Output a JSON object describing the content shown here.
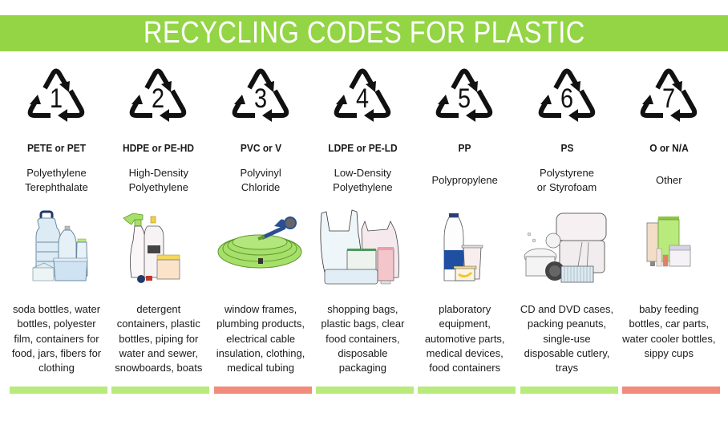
{
  "title": "RECYCLING CODES FOR PLASTIC",
  "colors": {
    "banner": "#93d545",
    "recyclable": "#b9ea7c",
    "not_recyclable": "#f28c7a"
  },
  "codes": [
    {
      "number": "1",
      "abbr": "PETE or PET",
      "name_lines": [
        "Polyethylene",
        "Terephthalate"
      ],
      "illustration": "water-bottles-and-containers",
      "uses": [
        "soda bottles, water",
        "bottles, polyester",
        "film, containers for",
        "food, jars, fibers for",
        "clothing"
      ],
      "status": "recyclable"
    },
    {
      "number": "2",
      "abbr": "HDPE or PE-HD",
      "name_lines": [
        "High-Density",
        "Polyethylene"
      ],
      "illustration": "spray-and-detergent-bottles",
      "uses": [
        "detergent",
        "containers, plastic",
        "bottles, piping for",
        "water and sewer,",
        "snowboards, boats"
      ],
      "status": "recyclable"
    },
    {
      "number": "3",
      "abbr": "PVC or V",
      "name_lines": [
        "Polyvinyl",
        "Chloride"
      ],
      "illustration": "garden-hose",
      "uses": [
        "window frames,",
        "plumbing products,",
        "electrical cable",
        "insulation, clothing,",
        "medical tubing"
      ],
      "status": "not_recyclable"
    },
    {
      "number": "4",
      "abbr": "LDPE or PE-LD",
      "name_lines": [
        "Low-Density",
        "Polyethylene"
      ],
      "illustration": "plastic-bags-and-film",
      "uses": [
        "shopping bags,",
        "plastic bags, clear",
        "food containers,",
        "disposable",
        "packaging"
      ],
      "status": "recyclable"
    },
    {
      "number": "5",
      "abbr": "PP",
      "name_lines": [
        "Polypropylene"
      ],
      "illustration": "milk-bottle-and-yogurt-cups",
      "uses": [
        "plaboratory",
        "equipment,",
        "automotive parts,",
        "medical devices,",
        "food containers"
      ],
      "status": "recyclable"
    },
    {
      "number": "6",
      "abbr": "PS",
      "name_lines": [
        "Polystyrene",
        "or Styrofoam"
      ],
      "illustration": "foam-trays-and-cd-case",
      "uses": [
        "CD and DVD cases,",
        "packing peanuts,",
        "single-use",
        "disposable cutlery,",
        "trays"
      ],
      "status": "recyclable"
    },
    {
      "number": "7",
      "abbr": "O or N/A",
      "name_lines": [
        "Other"
      ],
      "illustration": "cosmetic-tubes-and-jars",
      "uses": [
        "baby feeding",
        "bottles, car parts,",
        "water cooler bottles,",
        "sippy cups"
      ],
      "status": "not_recyclable"
    }
  ]
}
